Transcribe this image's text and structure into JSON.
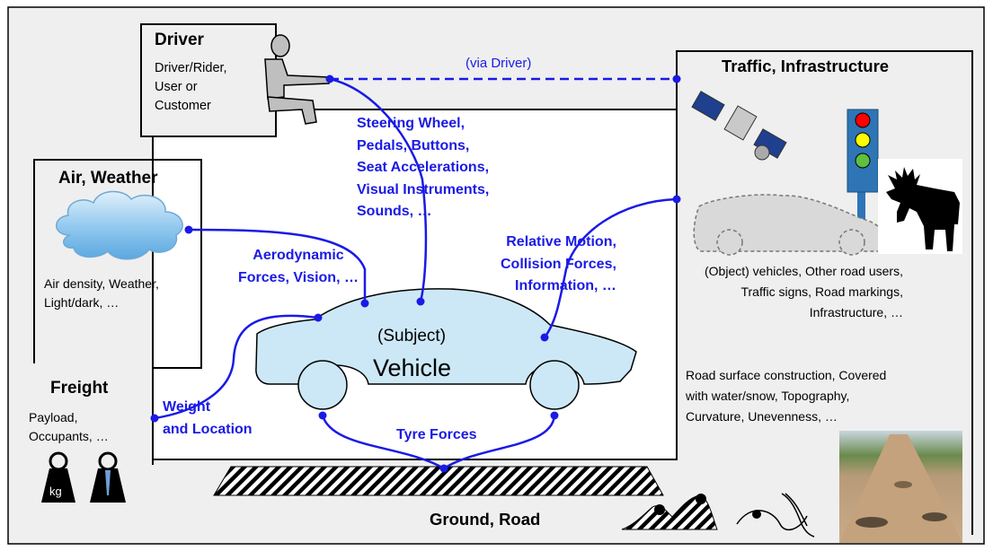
{
  "driver": {
    "title": "Driver",
    "desc": "Driver/Rider,\nUser or\nCustomer"
  },
  "via_driver": "(via Driver)",
  "traffic": {
    "title": "Traffic, Infrastructure",
    "desc": "(Object) vehicles, Other road users,\nTraffic signs, Road markings,\nInfrastructure, …"
  },
  "air": {
    "title": "Air, Weather",
    "desc": "Air density, Weather,\nLight/dark, …"
  },
  "freight": {
    "title": "Freight",
    "desc": "Payload,\nOccupants, …",
    "weight_label": "kg"
  },
  "vehicle": {
    "subject": "(Subject)",
    "title": "Vehicle"
  },
  "interfaces": {
    "steering": "Steering Wheel,\nPedals, Buttons,\nSeat Accelerations,\nVisual Instruments,\nSounds, …",
    "aero": "Aerodynamic\nForces, Vision, …",
    "relative": "Relative Motion,\nCollision Forces,\nInformation, …",
    "weight": "Weight\nand Location",
    "tyre": "Tyre Forces"
  },
  "road": {
    "desc": "Road surface construction, Covered\nwith water/snow, Topography,\nCurvature, Unevenness, …",
    "title": "Ground, Road"
  },
  "colors": {
    "interface_blue": "#1a1ae6",
    "panel_grey": "#efefef",
    "car_fill": "#cce8f6",
    "cloud_fill": "#8fc7ee",
    "traffic_light_red": "#ff0000",
    "traffic_light_yellow": "#ffff00",
    "traffic_light_green": "#5fbf3f"
  }
}
